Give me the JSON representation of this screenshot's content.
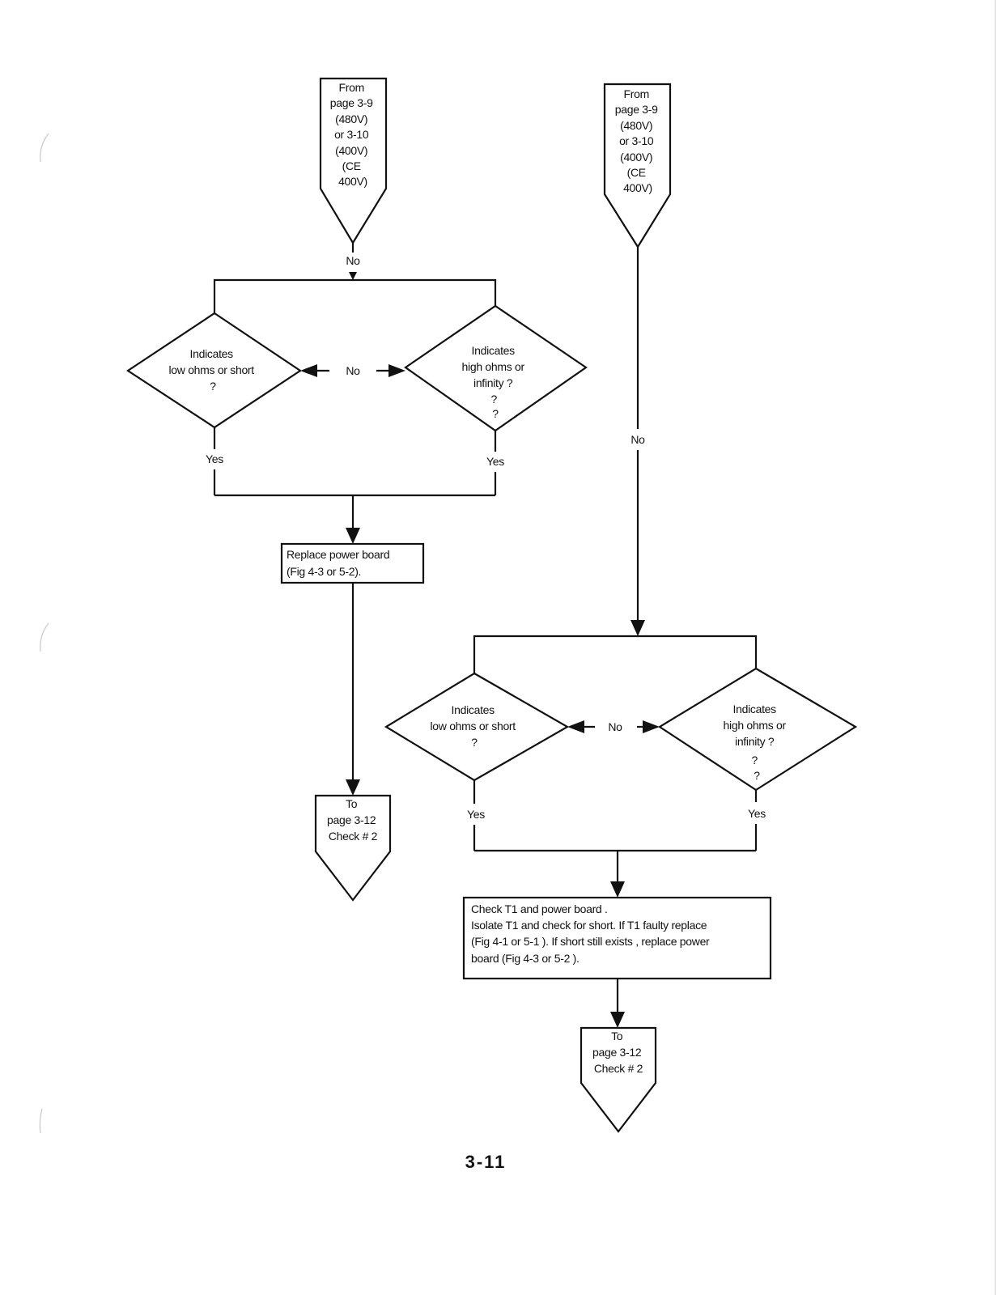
{
  "left_flow": {
    "entry": [
      "From",
      "page 3-9",
      "(480V)",
      "or  3-10",
      "(400V)",
      "(CE",
      "400V)"
    ],
    "entry_exit_label": "No",
    "decision_low": [
      "Indicates",
      "low ohms or short",
      "?"
    ],
    "decision_high": [
      "Indicates",
      "high ohms or",
      "infinity ?",
      "?",
      "?"
    ],
    "between_label": "No",
    "yes_left": "Yes",
    "yes_right": "Yes",
    "action": [
      "Replace power board",
      "(Fig 4-3 or 5-2)."
    ],
    "exit": [
      "To",
      "page 3-12",
      "Check # 2"
    ]
  },
  "right_flow": {
    "entry": [
      "From",
      "page 3-9",
      "(480V)",
      "or  3-10",
      "(400V)",
      "(CE",
      "400V)"
    ],
    "entry_exit_label": "No",
    "decision_low": [
      "Indicates",
      "low ohms or short",
      "?"
    ],
    "decision_high": [
      "Indicates",
      "high ohms or",
      "infinity ?",
      "?",
      "?"
    ],
    "between_label": "No",
    "yes_left": "Yes",
    "yes_right": "Yes",
    "action": [
      "Check T1 and power board .",
      "Isolate T1 and check for short. If T1 faulty replace",
      "(Fig 4-1 or 5-1 ). If short still exists , replace power",
      "board (Fig 4-3 or 5-2 )."
    ],
    "exit": [
      "To",
      "page 3-12",
      "Check # 2"
    ]
  },
  "page_number": "3-11"
}
